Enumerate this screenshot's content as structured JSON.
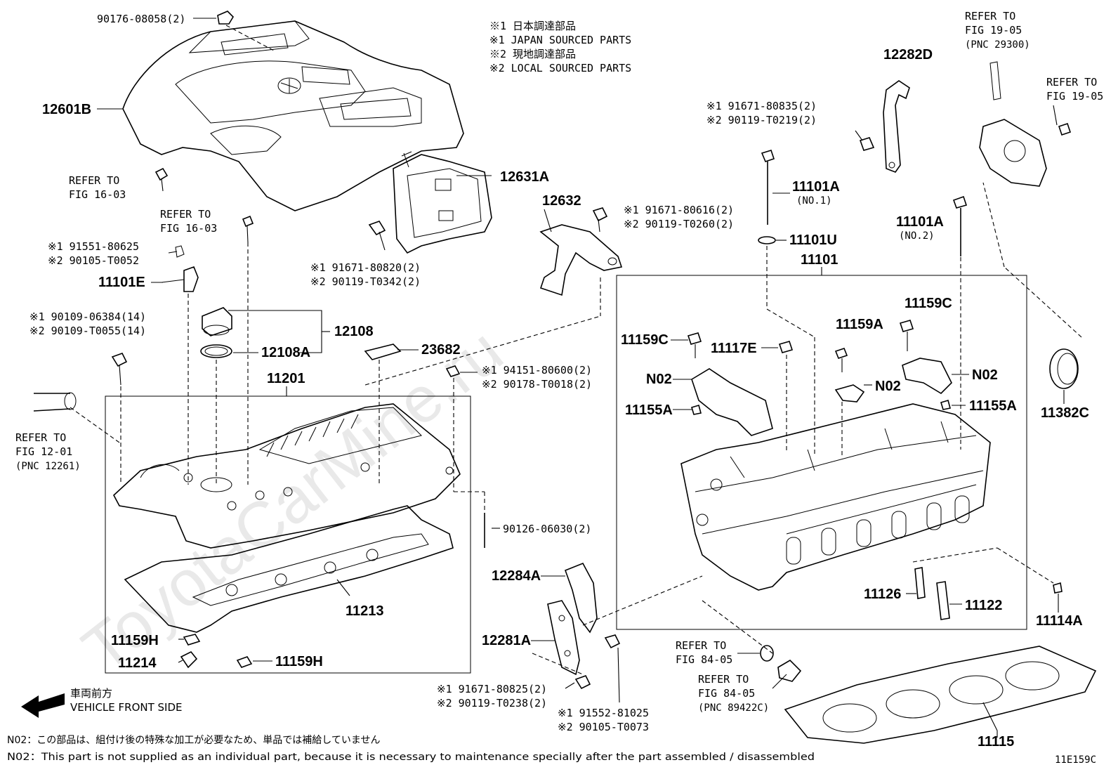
{
  "diagram_code": "11E159C",
  "watermark": "ToyotaCarMine.ru",
  "legend": {
    "l1": "※1 日本調達部品",
    "l2": "※1 JAPAN SOURCED PARTS",
    "l3": "※2 現地調達部品",
    "l4": "※2 LOCAL SOURCED PARTS"
  },
  "vehicle_front": {
    "jp": "車両前方",
    "en": "VEHICLE FRONT SIDE"
  },
  "notes": {
    "jp": "N02：この部品は、組付け後の特殊な加工が必要なため、単品では補給していません",
    "en": "N02：This part is not supplied as an individual part, because it is necessary to maintenance specially after the part assembled / disassembled"
  },
  "labels": {
    "p90176": "90176-08058(2)",
    "p12601B": "12601B",
    "ref1603a_1": "REFER TO",
    "ref1603a_2": "FIG 16-03",
    "ref1603b_1": "REFER TO",
    "ref1603b_2": "FIG 16-03",
    "p91551": "※1 91551-80625",
    "p90105a": "※2 90105-T0052",
    "p11101E": "11101E",
    "p90109a": "※1 90109-06384(14)",
    "p90109b": "※2 90109-T0055(14)",
    "p12108": "12108",
    "p12108A": "12108A",
    "p11201": "11201",
    "ref1201_1": "REFER TO",
    "ref1201_2": "FIG 12-01",
    "ref1201_3": "(PNC 12261)",
    "p12631A": "12631A",
    "p91671_80820": "※1 91671-80820(2)",
    "p90119_T0342": "※2 90119-T0342(2)",
    "p23682": "23682",
    "p94151": "※1 94151-80600(2)",
    "p90178": "※2 90178-T0018(2)",
    "p12632": "12632",
    "p91671_80616": "※1 91671-80616(2)",
    "p90119_T0260": "※2 90119-T0260(2)",
    "p90126": "90126-06030(2)",
    "p11213": "11213",
    "p11159H_a": "11159H",
    "p11214": "11214",
    "p11159H_b": "11159H",
    "p12284A": "12284A",
    "p12281A": "12281A",
    "p91671_80825": "※1 91671-80825(2)",
    "p90119_T0238": "※2 90119-T0238(2)",
    "p91552": "※1 91552-81025",
    "p90105_T0073": "※2 90105-T0073",
    "p12282D": "12282D",
    "p91671_80835": "※1 91671-80835(2)",
    "p90119_T0219": "※2 90119-T0219(2)",
    "ref1905a_1": "REFER TO",
    "ref1905a_2": "FIG 19-05",
    "ref1905a_3": "(PNC 29300)",
    "ref1905b_1": "REFER TO",
    "ref1905b_2": "FIG 19-05",
    "p11101A_1": "11101A",
    "p11101A_1s": "(NO.1)",
    "p11101U": "11101U",
    "p11101": "11101",
    "p11101A_2": "11101A",
    "p11101A_2s": "(NO.2)",
    "p11159C_a": "11159C",
    "p11159C_b": "11159C",
    "p11159A": "11159A",
    "p11117E": "11117E",
    "pN02_a": "N02",
    "pN02_b": "N02",
    "pN02_c": "N02",
    "p11155A_a": "11155A",
    "p11155A_b": "11155A",
    "p11382C": "11382C",
    "p11126": "11126",
    "p11122": "11122",
    "p11114A": "11114A",
    "ref8405a_1": "REFER TO",
    "ref8405a_2": "FIG 84-05",
    "ref8405b_1": "REFER TO",
    "ref8405b_2": "FIG 84-05",
    "ref8405b_3": "(PNC 89422C)",
    "p11115": "11115"
  }
}
